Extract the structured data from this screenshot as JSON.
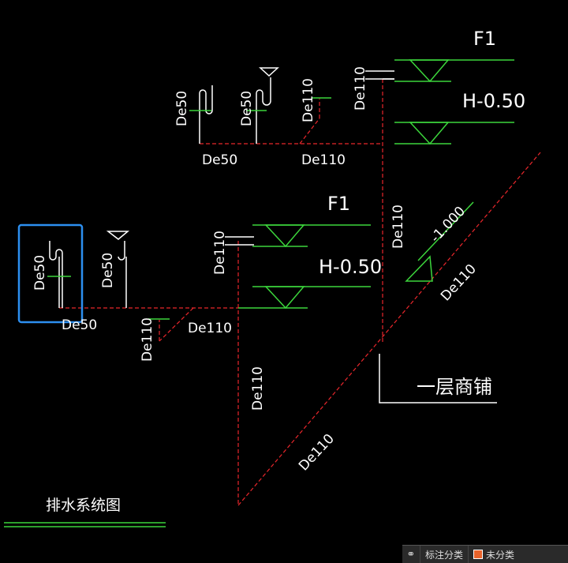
{
  "labels": {
    "de50_upper_1": "De50",
    "de50_upper_2": "De50",
    "de110_upper_vert_1": "De110",
    "de110_upper_vert_2": "De110",
    "de50_upper_h": "De50",
    "de110_upper_h": "De110",
    "f1_upper": "F1",
    "h_upper": "H-0.50",
    "de110_riser": "De110",
    "slope_value": "-1.000",
    "de110_diag_upper": "De110",
    "f1_lower": "F1",
    "h_lower": "H-0.50",
    "de110_lower_vert": "De110",
    "de50_lower_1": "De50",
    "de50_lower_2": "De50",
    "de50_lower_h": "De50",
    "de110_lower_small": "De110",
    "de110_lower_h": "De110",
    "de110_down": "De110",
    "de110_diag_lower": "De110",
    "floor_label": "一层商铺",
    "title": "排水系统图"
  },
  "statusbar": {
    "icon": "filter-icon",
    "tag_label": "标注分类",
    "category_label": "未分类"
  },
  "colors": {
    "pipe": "#e8262b",
    "line": "#ffffff",
    "level": "#3cd63c",
    "selection": "#2d8ff0"
  }
}
